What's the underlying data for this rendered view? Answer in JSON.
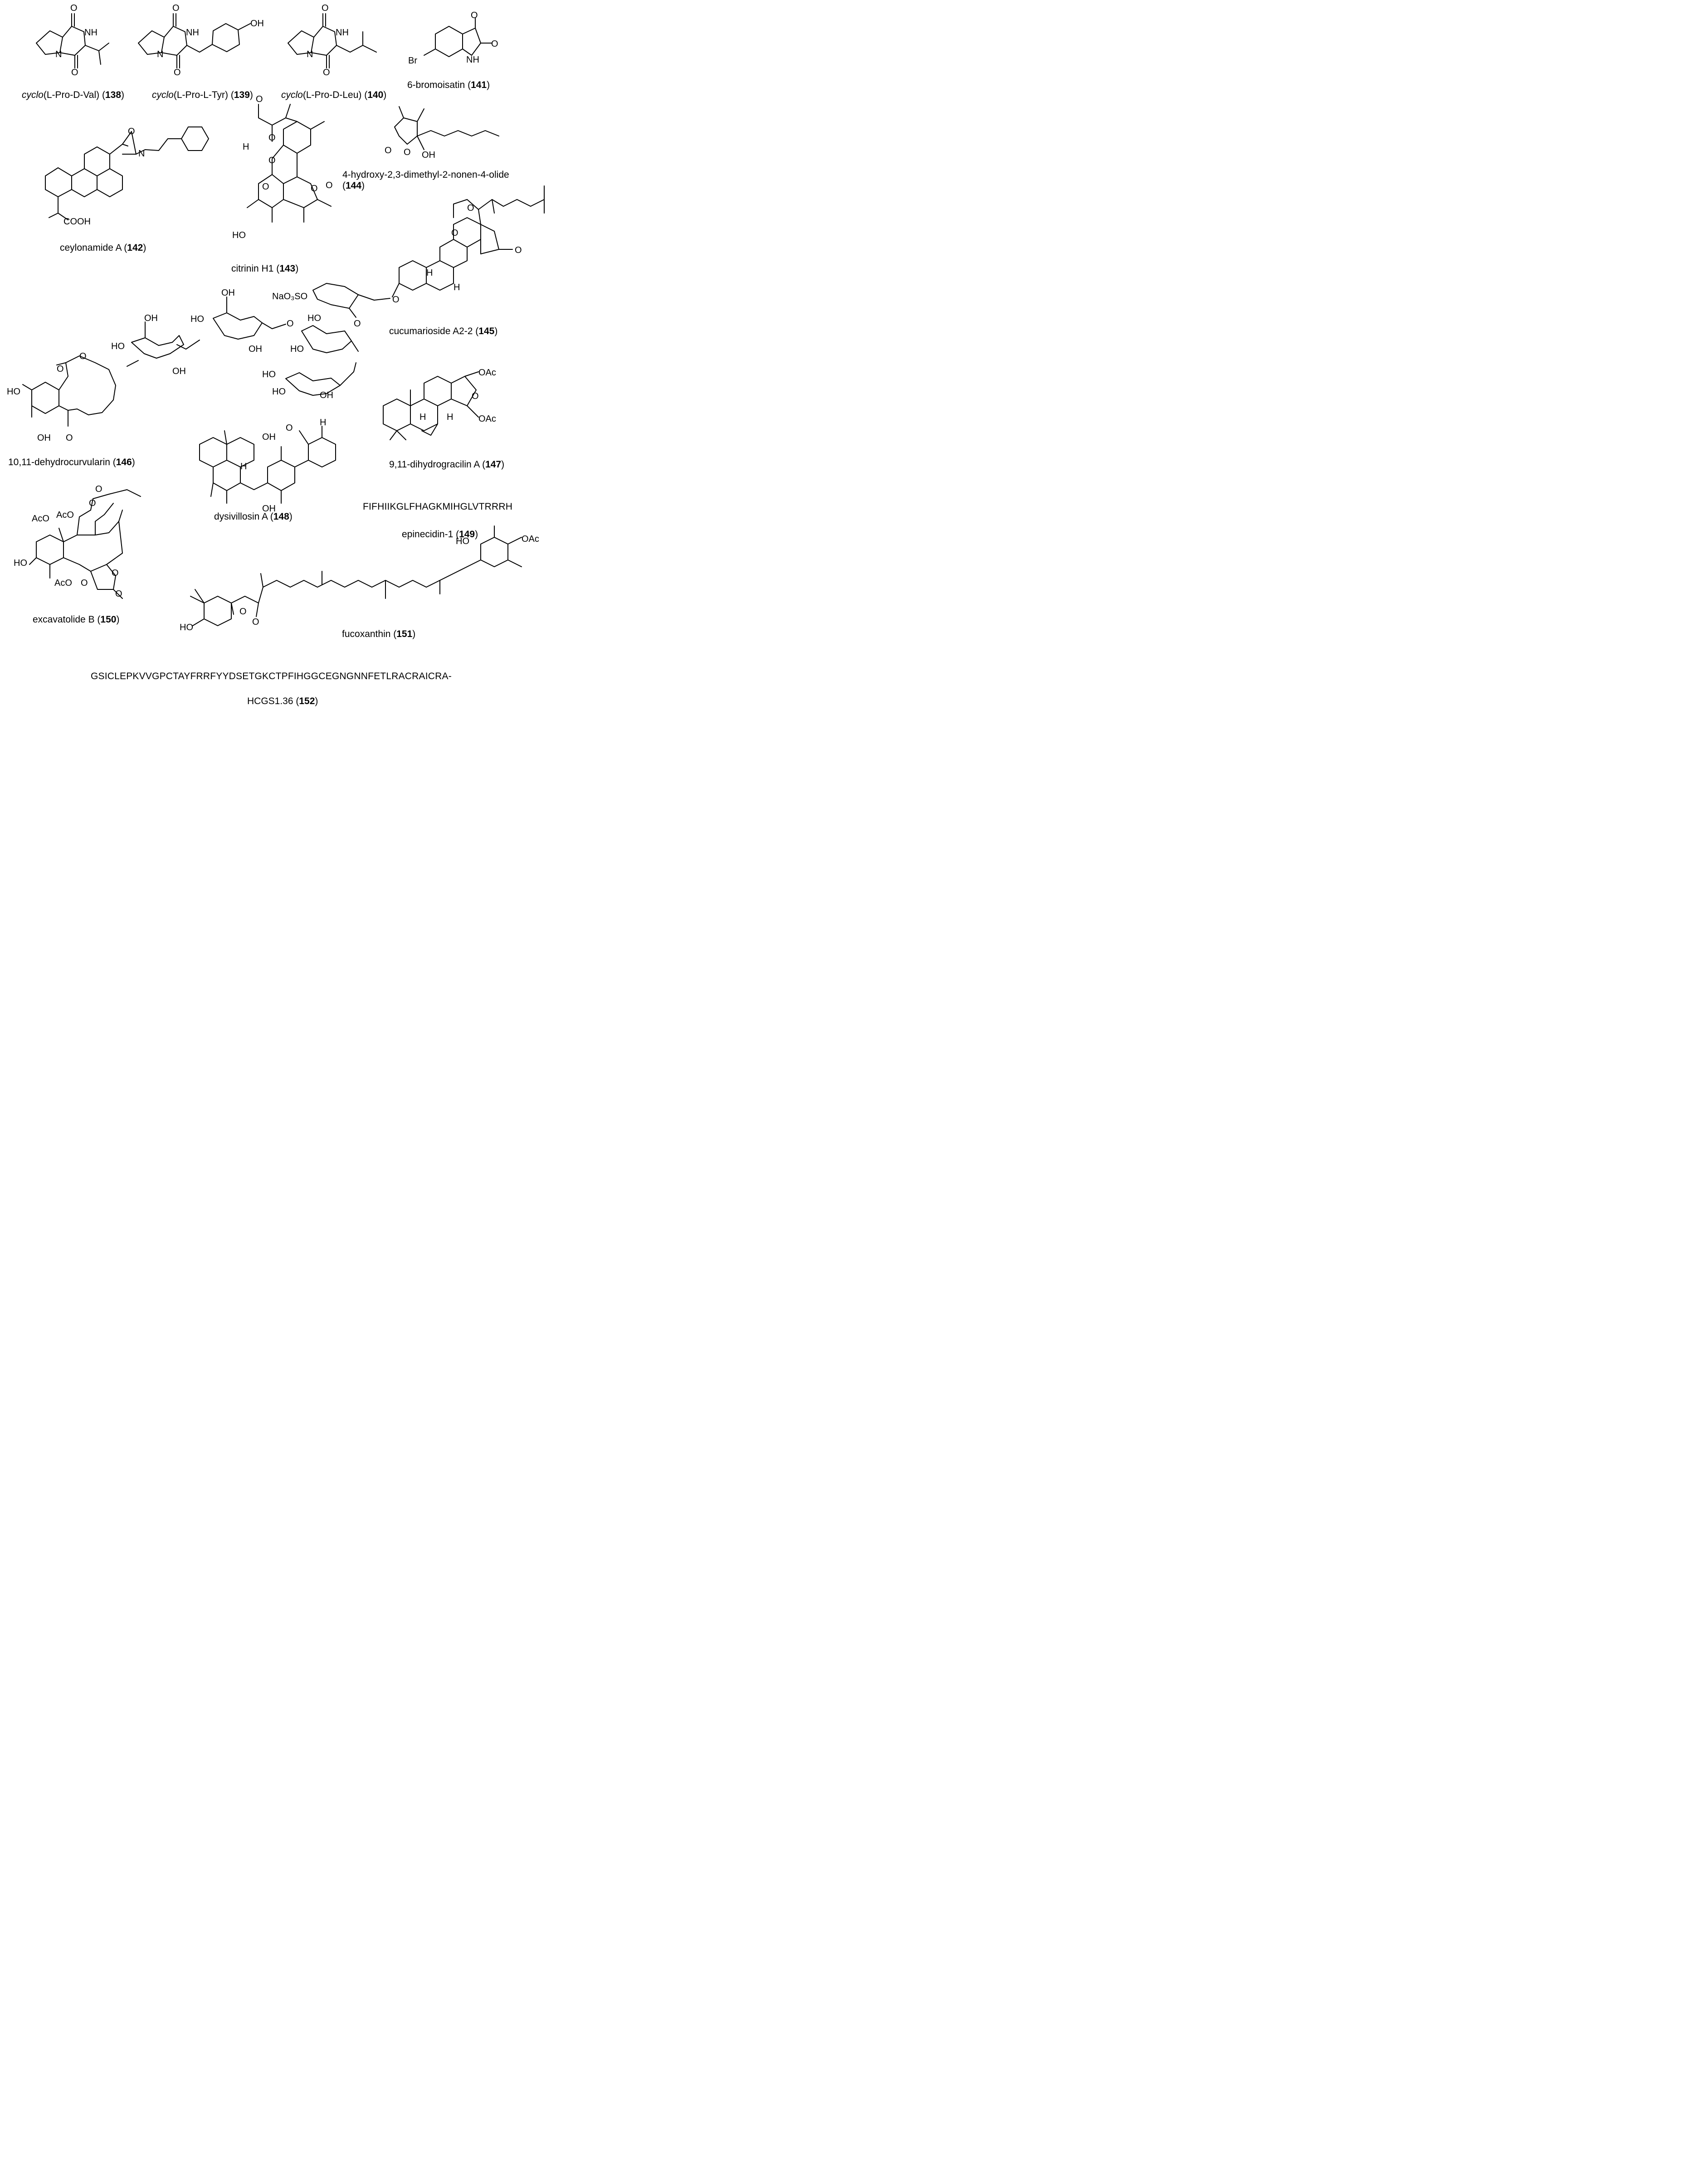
{
  "compounds": [
    {
      "id": "138",
      "prefix": "cyclo",
      "name": "(L-Pro-D-Val)"
    },
    {
      "id": "139",
      "prefix": "cyclo",
      "name": "(L-Pro-L-Tyr)"
    },
    {
      "id": "140",
      "prefix": "cyclo",
      "name": "(L-Pro-D-Leu)"
    },
    {
      "id": "141",
      "prefix": "",
      "name": "6-bromoisatin"
    },
    {
      "id": "142",
      "prefix": "",
      "name": "ceylonamide A"
    },
    {
      "id": "143",
      "prefix": "",
      "name": "citrinin H1"
    },
    {
      "id": "144",
      "prefix": "",
      "name": "4-hydroxy-2,3-dimethyl-2-nonen-4-olide"
    },
    {
      "id": "145",
      "prefix": "",
      "name": "cucumarioside A2-2"
    },
    {
      "id": "146",
      "prefix": "",
      "name": "10,11-dehydrocurvularin"
    },
    {
      "id": "147",
      "prefix": "",
      "name": "9,11-dihydrogracilin A"
    },
    {
      "id": "148",
      "prefix": "",
      "name": "dysivillosin A"
    },
    {
      "id": "149",
      "prefix": "",
      "name": "epinecidin-1"
    },
    {
      "id": "150",
      "prefix": "",
      "name": "excavatolide B"
    },
    {
      "id": "151",
      "prefix": "",
      "name": "fucoxanthin"
    },
    {
      "id": "152",
      "prefix": "",
      "name": "HCGS1.36"
    }
  ],
  "sequences": {
    "epinecidin_1": "FIFHIIKGLFHAGKMIHGLVTRRRH",
    "hcgs1_36": "GSICLEPKVVGPCTAYFRRFYYDSETGKCTPFIHGGCEGNGNNFETLRACRAICRA-"
  },
  "atom_labels": {
    "nh": "NH",
    "n": "N",
    "o": "O",
    "oh": "OH",
    "ho": "HO",
    "h": "H",
    "br": "Br",
    "cooh": "COOH",
    "oac": "OAc",
    "aco": "AcO",
    "naso3": "NaO₃SO"
  }
}
